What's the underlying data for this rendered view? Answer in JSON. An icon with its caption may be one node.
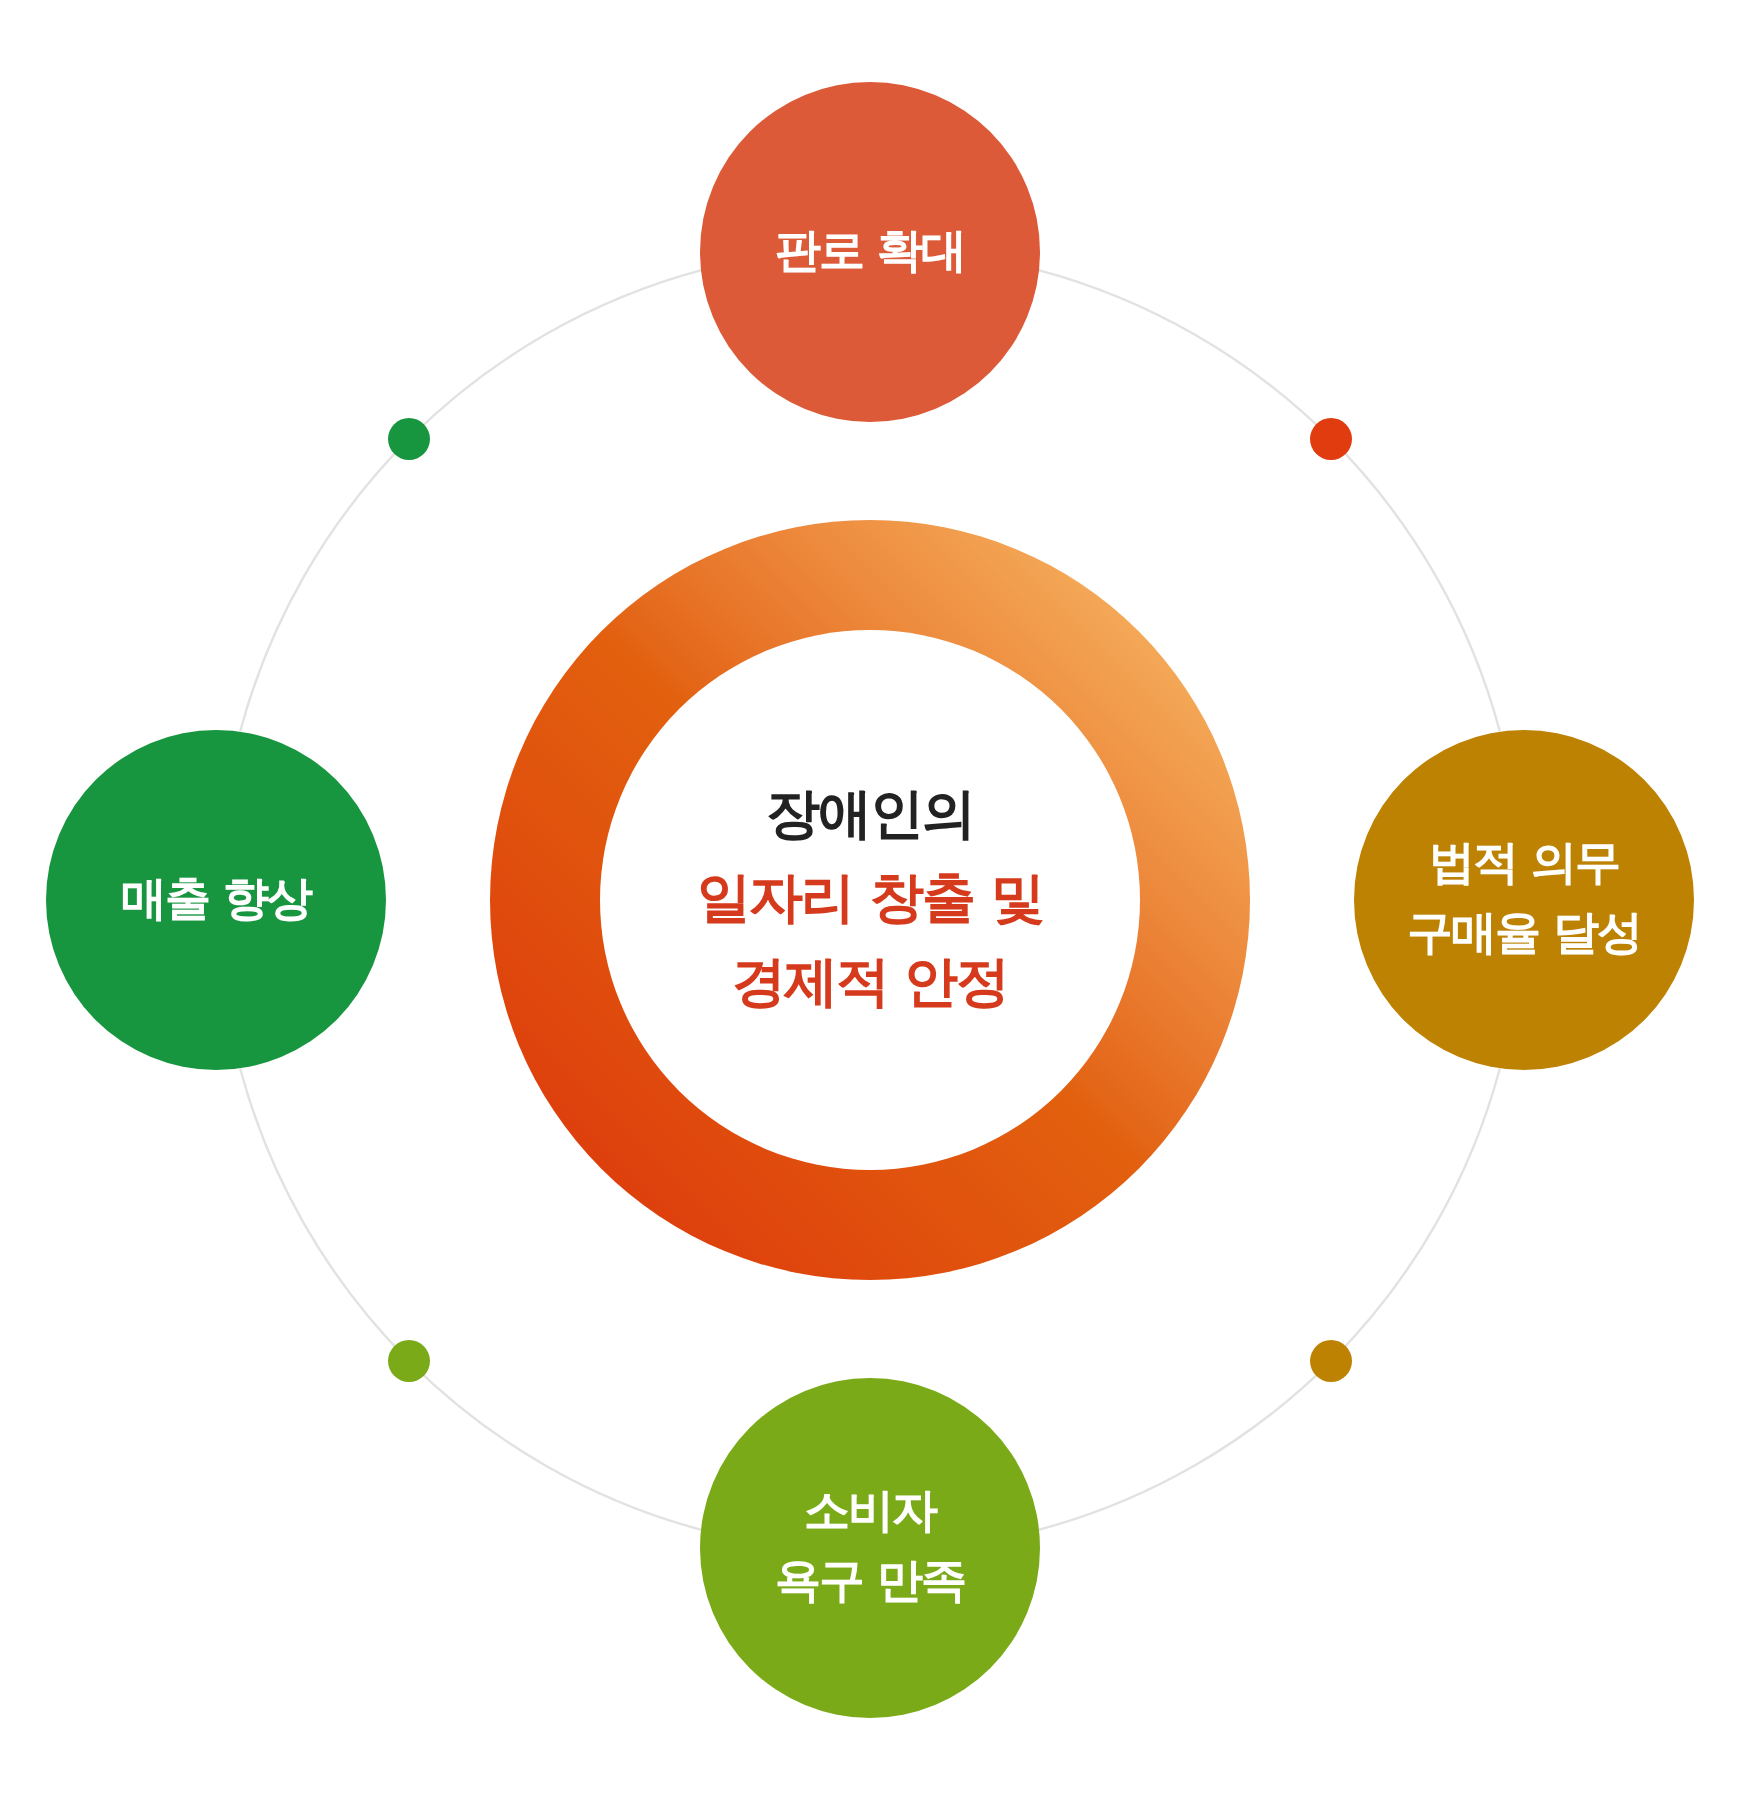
{
  "diagram": {
    "nodes": [
      {
        "text": [
          "판로 확대"
        ]
      },
      {
        "text": [
          "매출 향상"
        ]
      },
      {
        "text": [
          "장애인의",
          "일자리 창출 및 경제적 안정"
        ]
      },
      {
        "text": [
          "법적 의무 구매율 달성"
        ]
      },
      {
        "text": [
          "소비자 욕구 만족"
        ]
      }
    ],
    "edges": [
      {
        "from": 0,
        "to": 3,
        "arrow": "none"
      },
      {
        "from": 3,
        "to": 4,
        "arrow": "none"
      },
      {
        "from": 4,
        "to": 1,
        "arrow": "none"
      },
      {
        "from": 1,
        "to": 0,
        "arrow": "none"
      }
    ]
  }
}
